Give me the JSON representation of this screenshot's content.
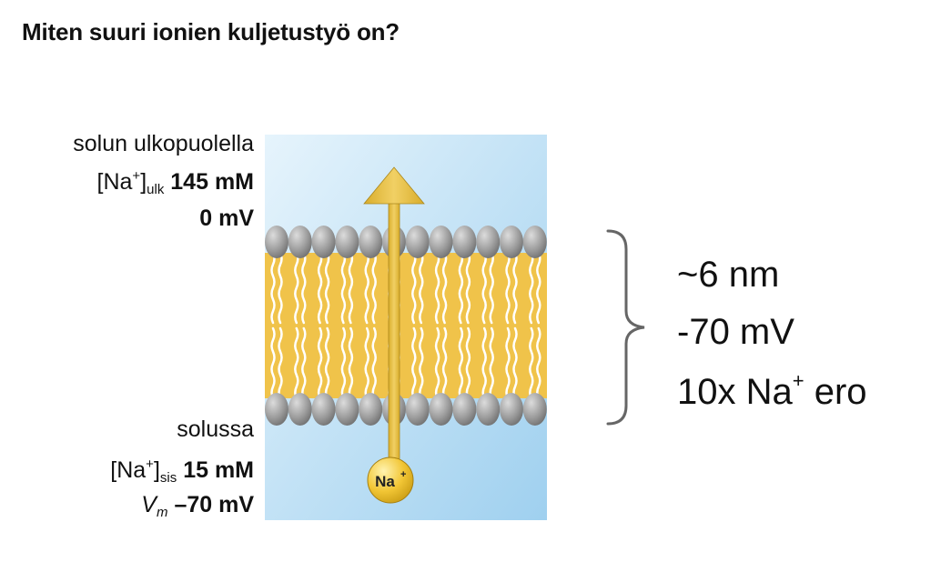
{
  "title": "Miten suuri ionien kuljetustyö on?",
  "outside": {
    "heading": "solun ulkopuolella",
    "conc_label": "[Na",
    "conc_sup": "+",
    "conc_close": "]",
    "conc_sub": "ulk",
    "conc_value": "145 mM",
    "potential": "0 mV"
  },
  "inside": {
    "heading": "solussa",
    "conc_label": "[Na",
    "conc_sup": "+",
    "conc_close": "]",
    "conc_sub": "sis",
    "conc_value": "15 mM",
    "vm_symbol": "V",
    "vm_sub": "m",
    "vm_value": "–70 mV"
  },
  "ion": {
    "label": "Na",
    "sup": "+"
  },
  "summary": {
    "thickness": "~6 nm",
    "voltage": "-70 mV",
    "ratio_prefix": "10x Na",
    "ratio_sup": "+",
    "ratio_suffix": " ero"
  },
  "colors": {
    "water_light": "#e6f4fc",
    "water_dark": "#9fd0ef",
    "lipid_tail": "#f0c34a",
    "lipid_head": "#8c8c8c",
    "arrow": "#e9c548",
    "ion": "#f2c635"
  }
}
